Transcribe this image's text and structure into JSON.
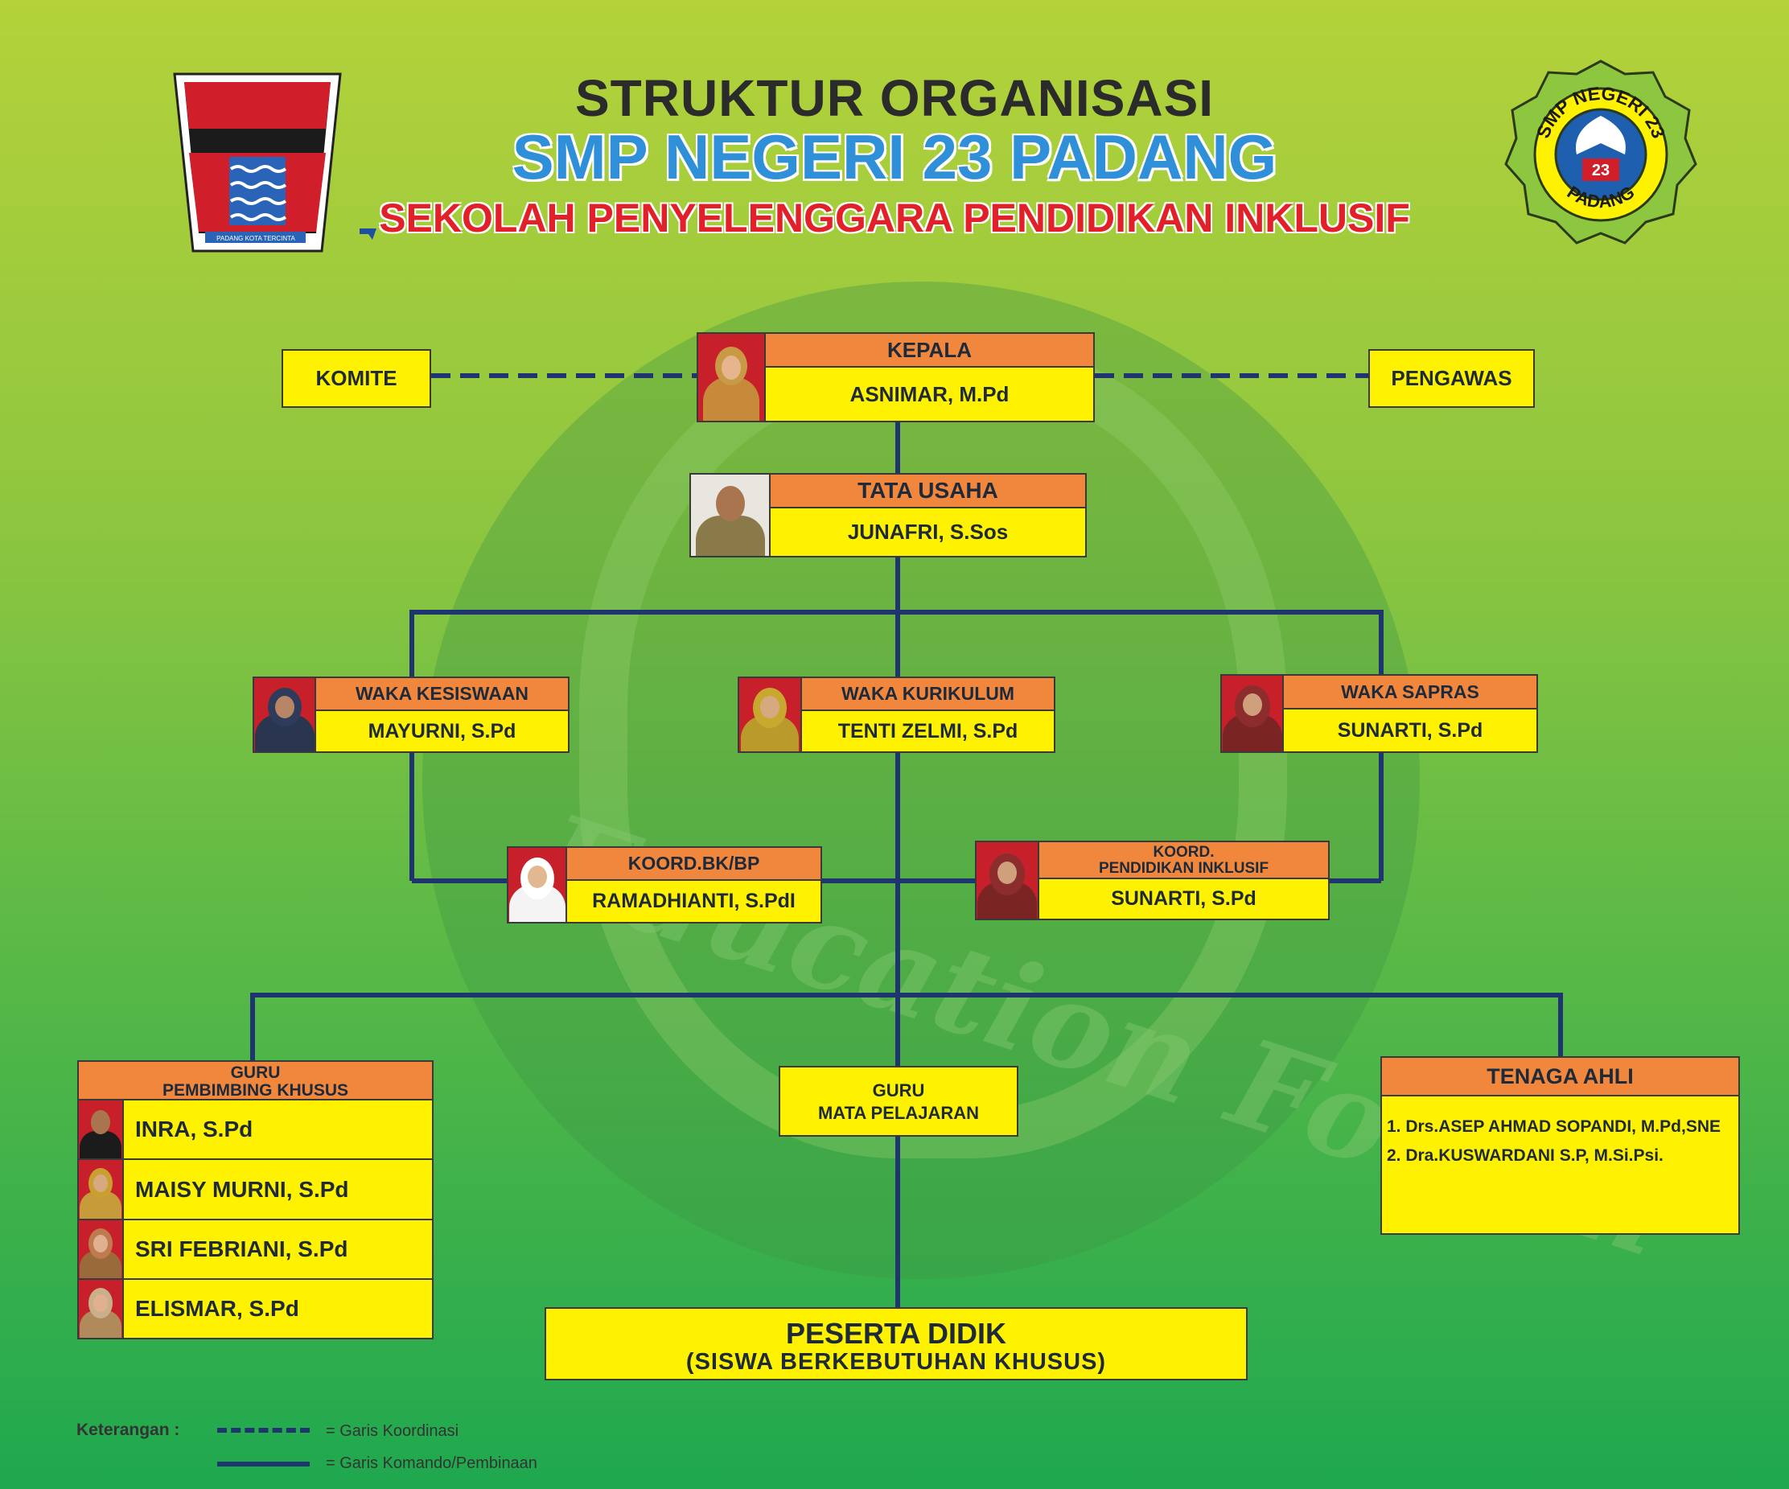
{
  "header": {
    "title_line1": "STRUKTUR ORGANISASI",
    "title_line2": "SMP NEGERI 23 PADANG",
    "title_line3": "SEKOLAH PENYELENGGARA PENDIDIKAN INKLUSIF"
  },
  "logos": {
    "left_caption": "PADANG KOTA TERCINTA",
    "right_top": "SMP NEGERI 23",
    "right_bottom": "PADANG",
    "right_center": "23"
  },
  "watermark": {
    "text": "Education For All"
  },
  "nodes": {
    "komite": "KOMITE",
    "pengawas": "PENGAWAS",
    "kepala": {
      "role": "KEPALA",
      "name": "ASNIMAR, M.Pd"
    },
    "tata_usaha": {
      "role": "TATA USAHA",
      "name": "JUNAFRI, S.Sos"
    },
    "waka_kesiswaan": {
      "role": "WAKA KESISWAAN",
      "name": "MAYURNI, S.Pd"
    },
    "waka_kurikulum": {
      "role": "WAKA KURIKULUM",
      "name": "TENTI ZELMI, S.Pd"
    },
    "waka_sapras": {
      "role": "WAKA SAPRAS",
      "name": "SUNARTI, S.Pd"
    },
    "koord_bk": {
      "role": "KOORD.BK/BP",
      "name": "RAMADHIANTI, S.PdI"
    },
    "koord_inklusif": {
      "role_line1": "KOORD.",
      "role_line2": "PENDIDIKAN INKLUSIF",
      "name": "SUNARTI, S.Pd"
    },
    "gpk": {
      "role_line1": "GURU",
      "role_line2": "PEMBIMBING KHUSUS",
      "members": [
        "INRA, S.Pd",
        "MAISY MURNI, S.Pd",
        "SRI FEBRIANI, S.Pd",
        "ELISMAR, S.Pd"
      ]
    },
    "guru_mapel": {
      "line1": "GURU",
      "line2": "MATA PELAJARAN"
    },
    "tenaga_ahli": {
      "role": "TENAGA AHLI",
      "members": [
        "1. Drs.ASEP AHMAD SOPANDI, M.Pd,SNE",
        "2. Dra.KUSWARDANI S.P, M.Si.Psi."
      ]
    },
    "peserta_didik": {
      "line1": "PESERTA DIDIK",
      "line2": "(SISWA BERKEBUTUHAN KHUSUS)"
    }
  },
  "legend": {
    "label": "Keterangan :",
    "dashed": "= Garis Koordinasi",
    "solid": "= Garis Komando/Pembinaan"
  },
  "colors": {
    "role_header": "#f0873d",
    "name_box": "#fff200",
    "line": "#1f3570",
    "title_blue": "#2f8fd8",
    "title_red": "#e2202a"
  }
}
